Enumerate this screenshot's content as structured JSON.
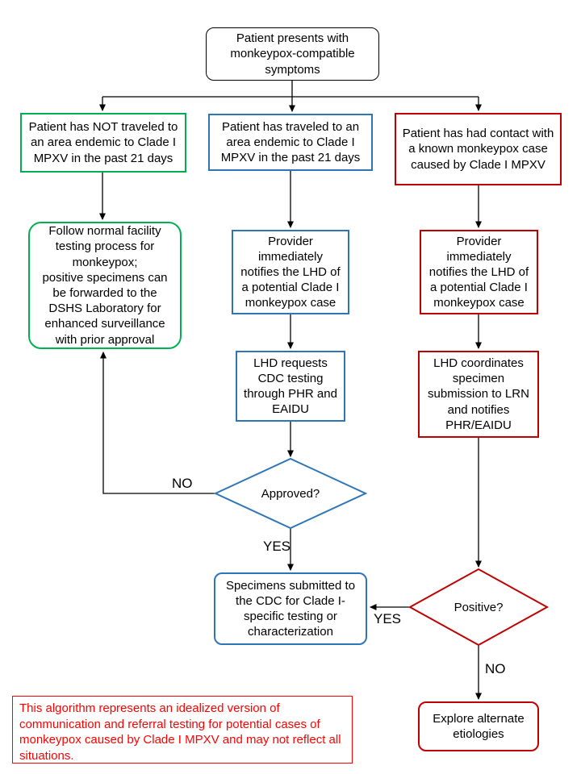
{
  "title": "Clade I MPXV testing algorithm flowchart",
  "colors": {
    "green": "#00B050",
    "blue": "#2E75B6",
    "dark_red": "#C00000",
    "red": "#FF0000",
    "black": "#000000"
  },
  "nodes": {
    "start": {
      "text": "Patient presents with monkeypox-compatible symptoms"
    },
    "no_travel": {
      "text": "Patient has NOT traveled to an area endemic to Clade I MPXV in the past 21 days"
    },
    "travel": {
      "text": "Patient has traveled to an area endemic to Clade I MPXV in the past 21 days"
    },
    "contact": {
      "text": "Patient has had contact with a known monkeypox case caused by Clade I MPXV"
    },
    "normal_process": {
      "text": "Follow normal facility testing process for monkeypox;\npositive specimens can be forwarded to the DSHS Laboratory for enhanced surveillance with prior approval"
    },
    "provider_notifies_mid": {
      "text": "Provider immediately notifies the LHD of a potential Clade I monkeypox case"
    },
    "provider_notifies_right": {
      "text": "Provider immediately notifies the LHD of a potential Clade I monkeypox case"
    },
    "lhd_requests": {
      "text": "LHD requests CDC testing through PHR and EAIDU"
    },
    "lhd_coordinates": {
      "text": "LHD coordinates specimen submission to LRN and notifies PHR/EAIDU"
    },
    "approved_decision": {
      "text": "Approved?"
    },
    "specimens_submitted": {
      "text": "Specimens submitted to the CDC for Clade I-specific testing or characterization"
    },
    "positive_decision": {
      "text": "Positive?"
    },
    "explore_alternate": {
      "text": "Explore alternate etiologies"
    }
  },
  "edge_labels": {
    "approved_no": "NO",
    "approved_yes": "YES",
    "positive_yes": "YES",
    "positive_no": "NO"
  },
  "disclaimer": {
    "text": "This algorithm represents an idealized version of communication and referral testing for potential cases of monkeypox caused by Clade I MPXV and may not reflect all situations."
  }
}
